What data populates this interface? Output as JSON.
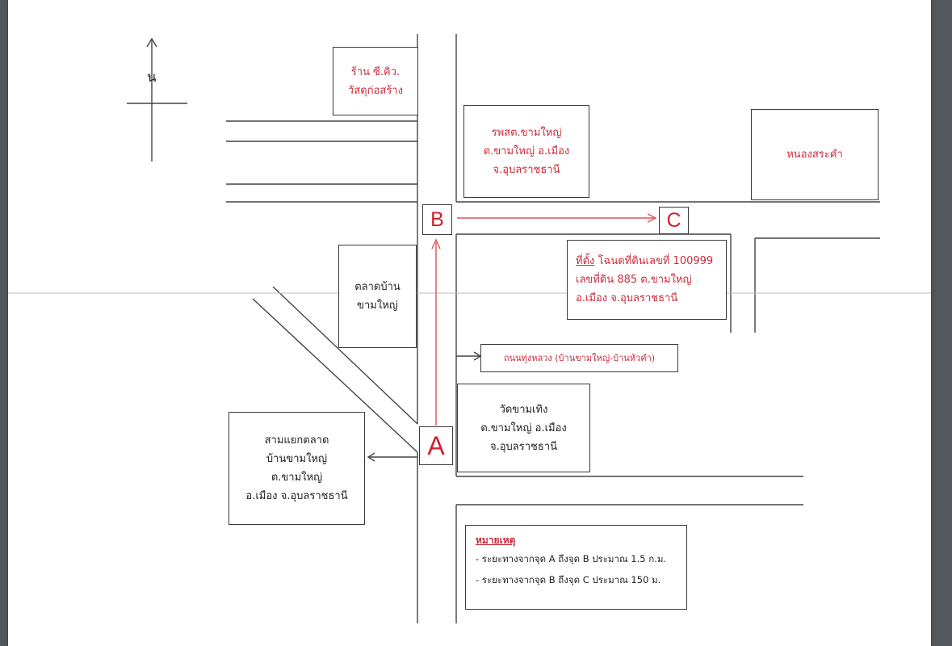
{
  "north": {
    "label": "น"
  },
  "points": {
    "a": "A",
    "b": "B",
    "c": "C"
  },
  "landmarks": {
    "hardware_store": [
      "ร้าน ซี.คิว.",
      "วัสดุก่อสร้าง"
    ],
    "health_hospital": [
      "รพสต.ขามใหญ่",
      "ต.ขามใหญ่ อ.เมือง",
      "จ.อุบลราชธานี"
    ],
    "pond": "หนองสระคำ",
    "location": {
      "prefix": "ที่ตั้ง",
      "line1_rest": " โฉนดที่ดินเลขที่ 100999",
      "line2": "เลขที่ดิน 885 ต.ขามใหญ่",
      "line3": "อ.เมือง จ.อุบลราชธานี"
    },
    "market": [
      "ตลาดบ้าน",
      "ขามใหญ่"
    ],
    "road_label": "ถนนทุ่งหลวง (บ้านขามใหญ่-บ้านหัวคำ)",
    "temple": [
      "วัดขามเทิง",
      "ต.ขามใหญ่ อ.เมือง",
      "จ.อุบลราชธานี"
    ],
    "junction": [
      "สามแยกตลาด",
      "บ้านขามใหญ่",
      "ต.ขามใหญ่",
      "อ.เมือง จ.อุบลราชธานี"
    ]
  },
  "note": {
    "title": "หมายเหตุ",
    "items": [
      "- ระยะทางจากจุด A ถึงจุด B ประมาณ 1.5 ก.ม.",
      "- ระยะทางจากจุด B ถึงจุด C ประมาณ 150 ม."
    ]
  },
  "colors": {
    "accent_red": "#cc2a3a",
    "route_red": "#e0505c",
    "line": "#3a3a3a"
  }
}
